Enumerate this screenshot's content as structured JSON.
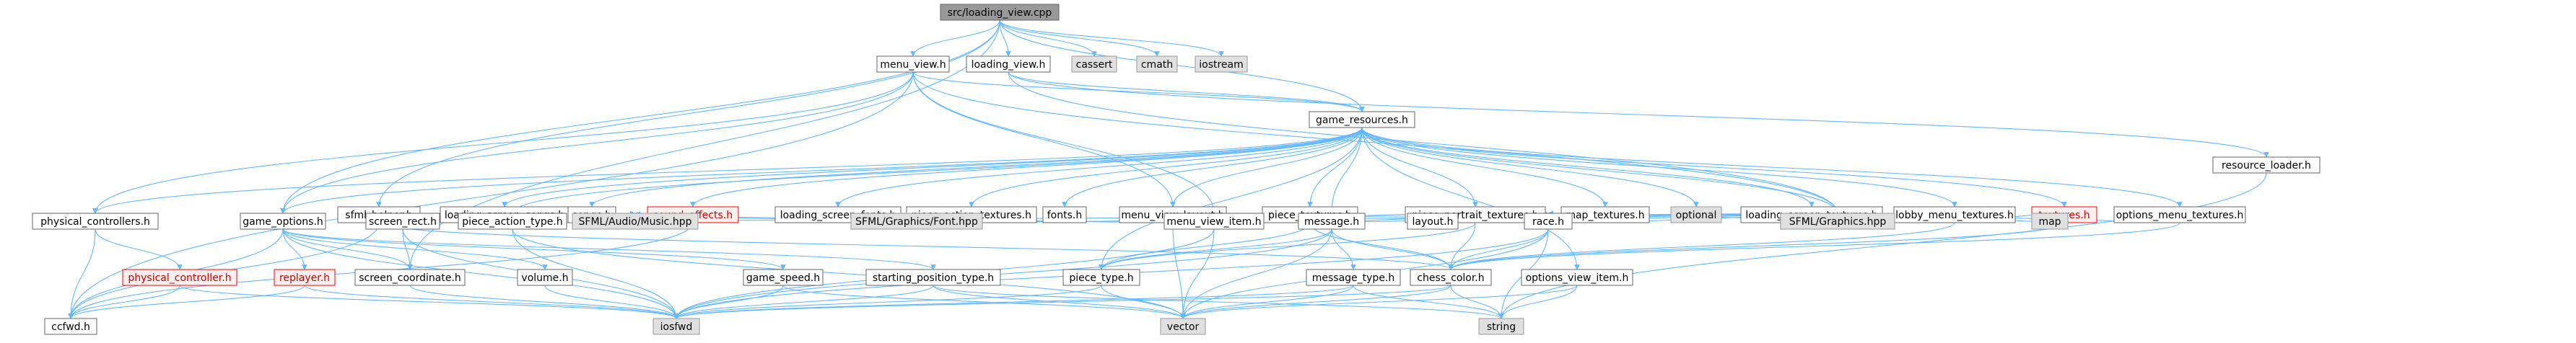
{
  "palette": {
    "normal_fill": "#ffffff",
    "normal_stroke": "#666666",
    "root_fill": "#999999",
    "root_stroke": "#666666",
    "external_fill": "#e0e0e0",
    "external_stroke": "#999999",
    "highlight_fill": "#fff0f0",
    "highlight_stroke": "#ff0000",
    "highlight_text": "#cc0000",
    "edge": "#63b8ff",
    "text": "#000000"
  },
  "nodes": [
    {
      "id": "root",
      "label": "src/loading_view.cpp",
      "kind": "root"
    },
    {
      "id": "menu_view_h",
      "label": "menu_view.h",
      "kind": "normal"
    },
    {
      "id": "loading_view_h",
      "label": "loading_view.h",
      "kind": "normal"
    },
    {
      "id": "cassert",
      "label": "cassert",
      "kind": "external"
    },
    {
      "id": "cmath",
      "label": "cmath",
      "kind": "external"
    },
    {
      "id": "iostream",
      "label": "iostream",
      "kind": "external"
    },
    {
      "id": "game_resources_h",
      "label": "game_resources.h",
      "kind": "normal"
    },
    {
      "id": "resource_loader_h",
      "label": "resource_loader.h",
      "kind": "normal"
    },
    {
      "id": "sfml_helper_h",
      "label": "sfml_helper.h",
      "kind": "normal"
    },
    {
      "id": "loading_screen_songs_h",
      "label": "loading_screen_songs.h",
      "kind": "normal"
    },
    {
      "id": "songs_h",
      "label": "songs.h",
      "kind": "normal"
    },
    {
      "id": "sound_effects_h",
      "label": "sound_effects.h",
      "kind": "highlight"
    },
    {
      "id": "loading_screen_fonts_h",
      "label": "loading_screen_fonts.h",
      "kind": "normal"
    },
    {
      "id": "piece_action_textures_h",
      "label": "piece_action_textures.h",
      "kind": "normal"
    },
    {
      "id": "fonts_h",
      "label": "fonts.h",
      "kind": "normal"
    },
    {
      "id": "menu_view_layout_h",
      "label": "menu_view_layout.h",
      "kind": "normal"
    },
    {
      "id": "piece_textures_h",
      "label": "piece_textures.h",
      "kind": "normal"
    },
    {
      "id": "piece_portrait_textures_h",
      "label": "piece_portrait_textures.h",
      "kind": "normal"
    },
    {
      "id": "map_textures_h",
      "label": "map_textures.h",
      "kind": "normal"
    },
    {
      "id": "optional",
      "label": "optional",
      "kind": "external"
    },
    {
      "id": "loading_screen_textures_h",
      "label": "loading_screen_textures.h",
      "kind": "normal"
    },
    {
      "id": "lobby_menu_textures_h",
      "label": "lobby_menu_textures.h",
      "kind": "normal"
    },
    {
      "id": "textures_h",
      "label": "textures.h",
      "kind": "highlight"
    },
    {
      "id": "options_menu_textures_h",
      "label": "options_menu_textures.h",
      "kind": "normal"
    },
    {
      "id": "physical_controllers_h",
      "label": "physical_controllers.h",
      "kind": "normal"
    },
    {
      "id": "game_options_h",
      "label": "game_options.h",
      "kind": "normal"
    },
    {
      "id": "screen_rect_h",
      "label": "screen_rect.h",
      "kind": "normal"
    },
    {
      "id": "piece_action_type_h",
      "label": "piece_action_type.h",
      "kind": "normal"
    },
    {
      "id": "sfml_audio_music",
      "label": "SFML/Audio/Music.hpp",
      "kind": "external"
    },
    {
      "id": "sfml_graphics_font",
      "label": "SFML/Graphics/Font.hpp",
      "kind": "external"
    },
    {
      "id": "menu_view_item_h",
      "label": "menu_view_item.h",
      "kind": "normal"
    },
    {
      "id": "message_h",
      "label": "message.h",
      "kind": "normal"
    },
    {
      "id": "layout_h",
      "label": "layout.h",
      "kind": "normal"
    },
    {
      "id": "sfml_graphics",
      "label": "SFML/Graphics.hpp",
      "kind": "external"
    },
    {
      "id": "race_h",
      "label": "race.h",
      "kind": "normal"
    },
    {
      "id": "map",
      "label": "map",
      "kind": "external"
    },
    {
      "id": "physical_controller_h",
      "label": "physical_controller.h",
      "kind": "highlight"
    },
    {
      "id": "replayer_h",
      "label": "replayer.h",
      "kind": "highlight"
    },
    {
      "id": "screen_coordinate_h",
      "label": "screen_coordinate.h",
      "kind": "normal"
    },
    {
      "id": "volume_h",
      "label": "volume.h",
      "kind": "normal"
    },
    {
      "id": "game_speed_h",
      "label": "game_speed.h",
      "kind": "normal"
    },
    {
      "id": "starting_position_type_h",
      "label": "starting_position_type.h",
      "kind": "normal"
    },
    {
      "id": "piece_type_h",
      "label": "piece_type.h",
      "kind": "normal"
    },
    {
      "id": "message_type_h",
      "label": "message_type.h",
      "kind": "normal"
    },
    {
      "id": "chess_color_h",
      "label": "chess_color.h",
      "kind": "normal"
    },
    {
      "id": "options_view_item_h",
      "label": "options_view_item.h",
      "kind": "normal"
    },
    {
      "id": "ccfwd_h",
      "label": "ccfwd.h",
      "kind": "normal"
    },
    {
      "id": "iosfwd",
      "label": "iosfwd",
      "kind": "external"
    },
    {
      "id": "vector",
      "label": "vector",
      "kind": "external"
    },
    {
      "id": "string",
      "label": "string",
      "kind": "external"
    }
  ],
  "edges": [
    [
      "root",
      "menu_view_h"
    ],
    [
      "root",
      "loading_view_h"
    ],
    [
      "root",
      "cassert"
    ],
    [
      "root",
      "cmath"
    ],
    [
      "root",
      "iostream"
    ],
    [
      "root",
      "game_resources_h"
    ],
    [
      "root",
      "sfml_helper_h"
    ],
    [
      "root",
      "screen_coordinate_h"
    ],
    [
      "root",
      "game_options_h"
    ],
    [
      "menu_view_h",
      "game_resources_h"
    ],
    [
      "menu_view_h",
      "menu_view_layout_h"
    ],
    [
      "menu_view_h",
      "physical_controllers_h"
    ],
    [
      "menu_view_h",
      "game_options_h"
    ],
    [
      "menu_view_h",
      "menu_view_item_h"
    ],
    [
      "menu_view_h",
      "sfml_graphics"
    ],
    [
      "menu_view_h",
      "ccfwd_h"
    ],
    [
      "loading_view_h",
      "game_resources_h"
    ],
    [
      "loading_view_h",
      "resource_loader_h"
    ],
    [
      "loading_view_h",
      "sfml_graphics"
    ],
    [
      "resource_loader_h",
      "string"
    ],
    [
      "game_resources_h",
      "loading_screen_songs_h"
    ],
    [
      "game_resources_h",
      "songs_h"
    ],
    [
      "game_resources_h",
      "sound_effects_h"
    ],
    [
      "game_resources_h",
      "loading_screen_fonts_h"
    ],
    [
      "game_resources_h",
      "piece_action_textures_h"
    ],
    [
      "game_resources_h",
      "fonts_h"
    ],
    [
      "game_resources_h",
      "menu_view_layout_h"
    ],
    [
      "game_resources_h",
      "piece_textures_h"
    ],
    [
      "game_resources_h",
      "piece_portrait_textures_h"
    ],
    [
      "game_resources_h",
      "map_textures_h"
    ],
    [
      "game_resources_h",
      "optional"
    ],
    [
      "game_resources_h",
      "loading_screen_textures_h"
    ],
    [
      "game_resources_h",
      "lobby_menu_textures_h"
    ],
    [
      "game_resources_h",
      "textures_h"
    ],
    [
      "game_resources_h",
      "options_menu_textures_h"
    ],
    [
      "game_resources_h",
      "physical_controllers_h"
    ],
    [
      "game_resources_h",
      "game_options_h"
    ],
    [
      "game_resources_h",
      "piece_action_type_h"
    ],
    [
      "game_resources_h",
      "message_h"
    ],
    [
      "game_resources_h",
      "piece_type_h"
    ],
    [
      "game_resources_h",
      "sfml_graphics"
    ],
    [
      "game_resources_h",
      "options_view_item_h"
    ],
    [
      "sfml_helper_h",
      "screen_rect_h"
    ],
    [
      "sfml_helper_h",
      "piece_action_type_h"
    ],
    [
      "sfml_helper_h",
      "sfml_graphics"
    ],
    [
      "sfml_helper_h",
      "ccfwd_h"
    ],
    [
      "sfml_helper_h",
      "chess_color_h"
    ],
    [
      "loading_screen_songs_h",
      "sfml_audio_music"
    ],
    [
      "songs_h",
      "sfml_audio_music"
    ],
    [
      "sound_effects_h",
      "sfml_audio_music"
    ],
    [
      "sound_effects_h",
      "ccfwd_h"
    ],
    [
      "loading_screen_fonts_h",
      "sfml_graphics_font"
    ],
    [
      "fonts_h",
      "sfml_graphics_font"
    ],
    [
      "piece_action_textures_h",
      "sfml_graphics"
    ],
    [
      "piece_action_textures_h",
      "piece_action_type_h"
    ],
    [
      "menu_view_layout_h",
      "layout_h"
    ],
    [
      "menu_view_layout_h",
      "menu_view_item_h"
    ],
    [
      "menu_view_layout_h",
      "screen_rect_h"
    ],
    [
      "menu_view_layout_h",
      "vector"
    ],
    [
      "piece_textures_h",
      "sfml_graphics"
    ],
    [
      "piece_textures_h",
      "race_h"
    ],
    [
      "piece_textures_h",
      "chess_color_h"
    ],
    [
      "piece_textures_h",
      "piece_type_h"
    ],
    [
      "piece_portrait_textures_h",
      "sfml_graphics"
    ],
    [
      "piece_portrait_textures_h",
      "race_h"
    ],
    [
      "piece_portrait_textures_h",
      "chess_color_h"
    ],
    [
      "piece_portrait_textures_h",
      "piece_type_h"
    ],
    [
      "map_textures_h",
      "sfml_graphics"
    ],
    [
      "map_textures_h",
      "race_h"
    ],
    [
      "loading_screen_textures_h",
      "sfml_graphics"
    ],
    [
      "lobby_menu_textures_h",
      "sfml_graphics"
    ],
    [
      "lobby_menu_textures_h",
      "map"
    ],
    [
      "lobby_menu_textures_h",
      "chess_color_h"
    ],
    [
      "lobby_menu_textures_h",
      "race_h"
    ],
    [
      "textures_h",
      "sfml_graphics"
    ],
    [
      "textures_h",
      "chess_color_h"
    ],
    [
      "options_menu_textures_h",
      "sfml_graphics"
    ],
    [
      "options_menu_textures_h",
      "chess_color_h"
    ],
    [
      "physical_controllers_h",
      "physical_controller_h"
    ],
    [
      "physical_controllers_h",
      "ccfwd_h"
    ],
    [
      "physical_controller_h",
      "ccfwd_h"
    ],
    [
      "physical_controller_h",
      "iosfwd"
    ],
    [
      "game_options_h",
      "replayer_h"
    ],
    [
      "game_options_h",
      "screen_coordinate_h"
    ],
    [
      "game_options_h",
      "volume_h"
    ],
    [
      "game_options_h",
      "game_speed_h"
    ],
    [
      "game_options_h",
      "starting_position_type_h"
    ],
    [
      "game_options_h",
      "ccfwd_h"
    ],
    [
      "game_options_h",
      "iosfwd"
    ],
    [
      "replayer_h",
      "ccfwd_h"
    ],
    [
      "replayer_h",
      "iosfwd"
    ],
    [
      "screen_rect_h",
      "screen_coordinate_h"
    ],
    [
      "screen_rect_h",
      "iosfwd"
    ],
    [
      "screen_coordinate_h",
      "iosfwd"
    ],
    [
      "piece_action_type_h",
      "iosfwd"
    ],
    [
      "piece_action_type_h",
      "vector"
    ],
    [
      "menu_view_item_h",
      "iosfwd"
    ],
    [
      "menu_view_item_h",
      "vector"
    ],
    [
      "message_h",
      "message_type_h"
    ],
    [
      "message_h",
      "piece_type_h"
    ],
    [
      "message_h",
      "chess_color_h"
    ],
    [
      "message_h",
      "iosfwd"
    ],
    [
      "message_h",
      "vector"
    ],
    [
      "race_h",
      "iosfwd"
    ],
    [
      "race_h",
      "string"
    ],
    [
      "race_h",
      "vector"
    ],
    [
      "race_h",
      "chess_color_h"
    ],
    [
      "volume_h",
      "iosfwd"
    ],
    [
      "game_speed_h",
      "iosfwd"
    ],
    [
      "game_speed_h",
      "vector"
    ],
    [
      "starting_position_type_h",
      "iosfwd"
    ],
    [
      "starting_position_type_h",
      "vector"
    ],
    [
      "starting_position_type_h",
      "string"
    ],
    [
      "piece_type_h",
      "iosfwd"
    ],
    [
      "piece_type_h",
      "vector"
    ],
    [
      "message_type_h",
      "iosfwd"
    ],
    [
      "message_type_h",
      "vector"
    ],
    [
      "message_type_h",
      "string"
    ],
    [
      "chess_color_h",
      "iosfwd"
    ],
    [
      "chess_color_h",
      "vector"
    ],
    [
      "chess_color_h",
      "string"
    ],
    [
      "options_view_item_h",
      "vector"
    ],
    [
      "options_view_item_h",
      "string"
    ]
  ]
}
